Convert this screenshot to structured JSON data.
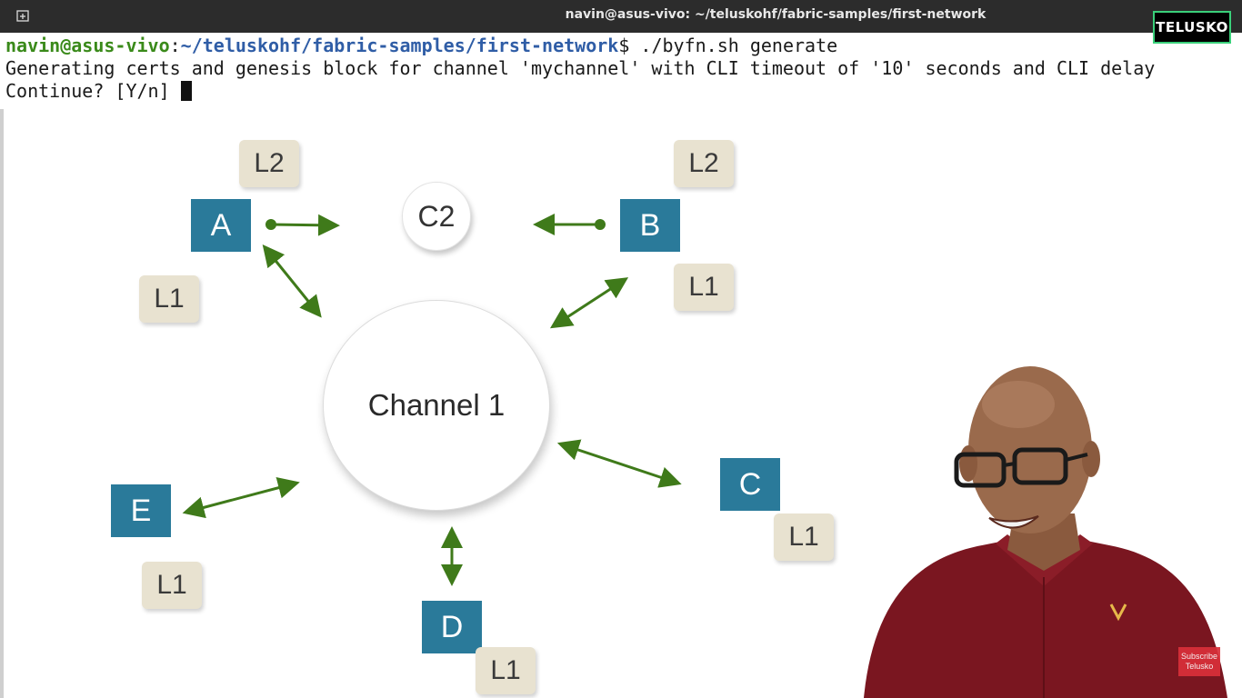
{
  "window": {
    "title": "navin@asus-vivo: ~/teluskohf/fabric-samples/first-network",
    "brand": "TELUSKO"
  },
  "terminal": {
    "prompt_user": "navin@asus-vivo",
    "prompt_sep": ":",
    "prompt_path": "~/teluskohf/fabric-samples/first-network",
    "prompt_symbol": "$ ",
    "command": "./byfn.sh generate",
    "output_line_1": "Generating certs and genesis block for channel 'mychannel' with CLI timeout of '10' seconds and CLI delay",
    "output_line_2": "Continue? [Y/n] "
  },
  "diagram": {
    "channel_label": "Channel 1",
    "c2_label": "C2",
    "nodes": {
      "a": "A",
      "b": "B",
      "c": "C",
      "d": "D",
      "e": "E"
    },
    "ledgers": {
      "a_l2": "L2",
      "a_l1": "L1",
      "b_l2": "L2",
      "b_l1": "L1",
      "c_l1": "L1",
      "d_l1": "L1",
      "e_l1": "L1"
    },
    "colors": {
      "node": "#2a7a9a",
      "ledger": "#e8e2d0",
      "arrow": "#3f7a1a"
    }
  },
  "overlay": {
    "subscribe_line_1": "Subscribe",
    "subscribe_line_2": "Telusko"
  }
}
